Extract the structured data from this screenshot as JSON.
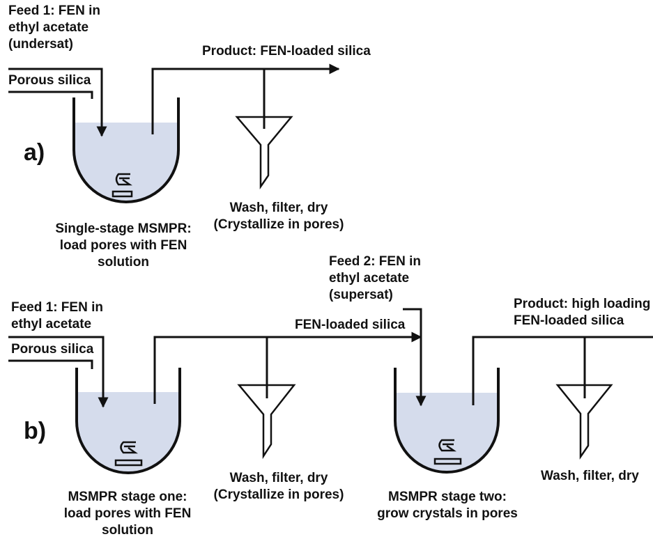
{
  "panel_a": {
    "letter": "a)",
    "feed1": [
      "Feed 1: FEN in",
      "ethyl acetate",
      "(undersat)"
    ],
    "porous_silica": "Porous silica",
    "product": "Product: FEN-loaded silica",
    "filter_caption": [
      "Wash, filter, dry",
      "(Crystallize in pores)"
    ],
    "reactor_caption": [
      "Single-stage MSMPR:",
      "load pores with FEN",
      "solution"
    ]
  },
  "panel_b": {
    "letter": "b)",
    "feed1": [
      "Feed 1: FEN in",
      "ethyl acetate"
    ],
    "porous_silica": "Porous silica",
    "feed2": [
      "Feed 2: FEN in",
      "ethyl acetate",
      "(supersat)"
    ],
    "intermediate": "FEN-loaded silica",
    "product": [
      "Product: high loading",
      "FEN-loaded silica"
    ],
    "filter1_caption": [
      "Wash, filter, dry",
      "(Crystallize in pores)"
    ],
    "filter2_caption": "Wash, filter, dry",
    "stage1_caption": [
      "MSMPR stage one:",
      "load pores with FEN",
      "solution"
    ],
    "stage2_caption": [
      "MSMPR stage two:",
      "grow crystals in pores"
    ]
  },
  "colors": {
    "liquid": "#d5dcec",
    "stroke": "#111111"
  }
}
